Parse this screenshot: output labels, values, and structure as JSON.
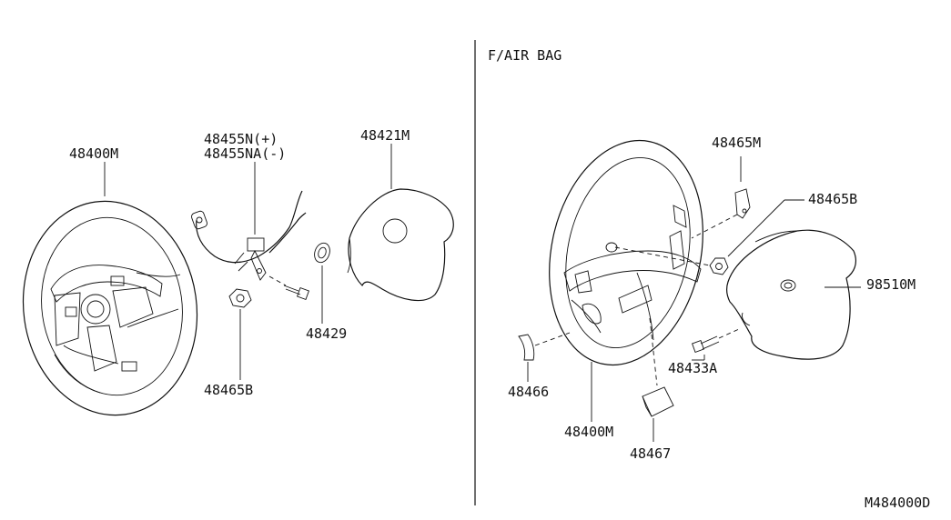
{
  "section_label": "F/AIR BAG",
  "drawing_code": "M484000D",
  "left_parts": {
    "steering_wheel": "48400M",
    "harness_plus": "48455N(+)",
    "harness_minus": "48455NA(-)",
    "pad": "48421M",
    "washer": "48429",
    "nut": "48465B"
  },
  "right_parts": {
    "clip": "48465M",
    "nut": "48465B",
    "airbag_module": "98510M",
    "bolt": "48433A",
    "cover_left": "48466",
    "steering_wheel": "48400M",
    "cover_bottom": "48467"
  }
}
